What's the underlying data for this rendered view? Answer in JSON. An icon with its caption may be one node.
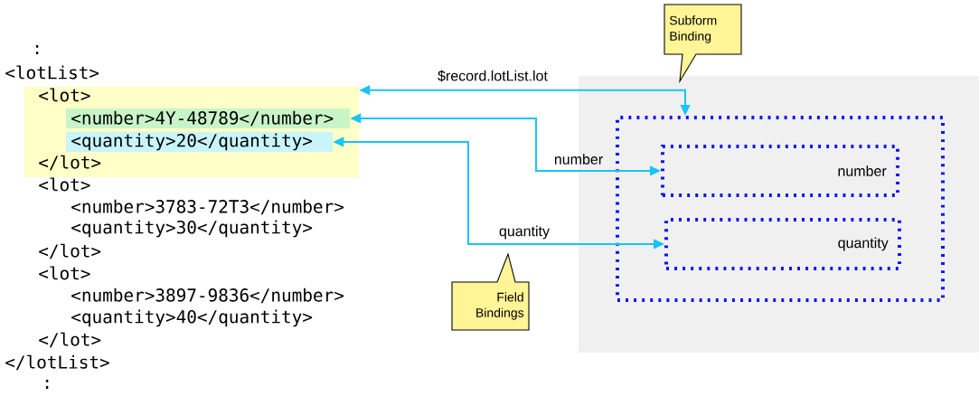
{
  "diagram": {
    "nodes": [
      {
        "text": [
          "<lot>",
          "</lot>"
        ]
      },
      {
        "text": [
          "<number>4Y-48789</number>"
        ],
        "in": 0
      },
      {
        "text": [
          "<quantity>20</quantity>"
        ],
        "in": 0
      },
      {
        "text": [],
        "shape": "box"
      },
      {
        "text": [],
        "shape": "box",
        "in": 3
      },
      {
        "text": [
          "number"
        ],
        "in": 4
      },
      {
        "text": [
          "quantity"
        ],
        "in": 4
      },
      {
        "text": [
          "Subform Binding"
        ]
      },
      {
        "text": [
          "Field Bindings"
        ]
      }
    ],
    "edges": [
      {
        "from": 4,
        "to": 0,
        "arrow": "both",
        "label": "$record.lotList.lot"
      },
      {
        "from": 5,
        "to": 1,
        "arrow": "both",
        "label": "number"
      },
      {
        "from": 6,
        "to": 2,
        "arrow": "both",
        "label": "quantity"
      }
    ],
    "labels": [
      ":",
      "<lotList>",
      "<lot>",
      "<number>3783-72T3</number>",
      "<quantity>30</quantity>",
      "</lot>",
      "<lot>",
      "<number>3897-9836</number>",
      "<quantity>40</quantity>",
      "</lot>",
      "</lotList>",
      ":"
    ]
  }
}
